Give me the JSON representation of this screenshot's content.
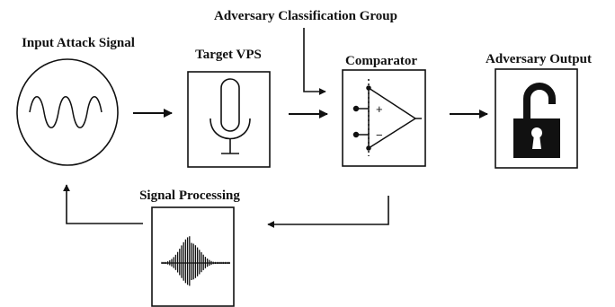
{
  "labels": {
    "input_attack_signal": "Input Attack Signal",
    "target_vps": "Target VPS",
    "adversary_classification_group": "Adversary Classification Group",
    "comparator": "Comparator",
    "adversary_output": "Adversary Output",
    "signal_processing": "Signal Processing"
  },
  "comparator_symbols": {
    "plus": "+",
    "minus": "−"
  },
  "icons": {
    "input": "sine-wave-icon",
    "target": "microphone-icon",
    "comparator": "op-amp-icon",
    "output": "unlocked-padlock-icon",
    "processing": "waveform-icon"
  },
  "colors": {
    "stroke": "#111111",
    "background": "#ffffff"
  }
}
